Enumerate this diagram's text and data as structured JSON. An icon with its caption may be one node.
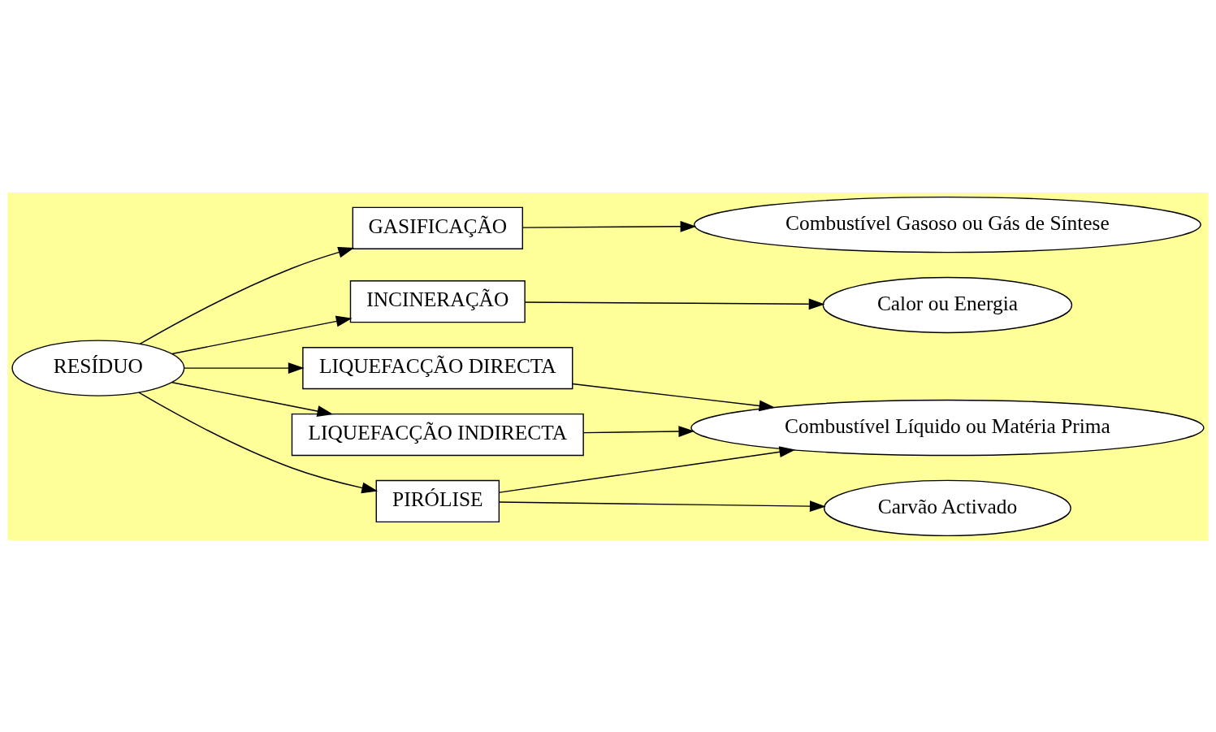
{
  "diagram": {
    "nodes": [
      {
        "text": [
          "RESÍDUO"
        ]
      },
      {
        "text": [
          "GASIFICAÇÃO"
        ]
      },
      {
        "text": [
          "INCINERAÇÃO"
        ]
      },
      {
        "text": [
          "LIQUEFACÇÃO DIRECTA"
        ]
      },
      {
        "text": [
          "LIQUEFACÇÃO INDIRECTA"
        ]
      },
      {
        "text": [
          "PIRÓLISE"
        ]
      },
      {
        "text": [
          "Combustível Gasoso ou Gás de Síntese"
        ]
      },
      {
        "text": [
          "Calor ou Energia"
        ]
      },
      {
        "text": [
          "Combustível Líquido ou Matéria Prima"
        ]
      },
      {
        "text": [
          "Carvão Activado"
        ]
      }
    ],
    "edges": [
      {
        "from": 0,
        "to": 1,
        "arrow": "to"
      },
      {
        "from": 0,
        "to": 2,
        "arrow": "to"
      },
      {
        "from": 0,
        "to": 3,
        "arrow": "to"
      },
      {
        "from": 0,
        "to": 4,
        "arrow": "to"
      },
      {
        "from": 0,
        "to": 5,
        "arrow": "to"
      },
      {
        "from": 1,
        "to": 6,
        "arrow": "to"
      },
      {
        "from": 2,
        "to": 7,
        "arrow": "to"
      },
      {
        "from": 3,
        "to": 8,
        "arrow": "to"
      },
      {
        "from": 4,
        "to": 8,
        "arrow": "to"
      },
      {
        "from": 5,
        "to": 8,
        "arrow": "to"
      },
      {
        "from": 5,
        "to": 9,
        "arrow": "to"
      }
    ]
  }
}
